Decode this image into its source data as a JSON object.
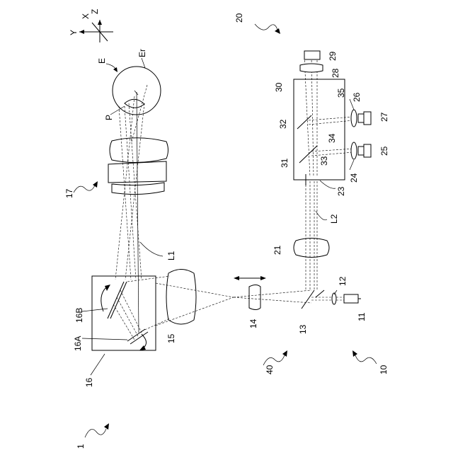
{
  "labels": {
    "l1": "1",
    "l10": "10",
    "l11": "11",
    "l12": "12",
    "l13": "13",
    "l14": "14",
    "l15": "15",
    "l16": "16",
    "l16A": "16A",
    "l16B": "16B",
    "l17": "17",
    "l20": "20",
    "l21": "21",
    "l23": "23",
    "l24": "24",
    "l25": "25",
    "l26": "26",
    "l27": "27",
    "l28": "28",
    "l29": "29",
    "l30": "30",
    "l31": "31",
    "l32": "32",
    "l33": "33",
    "l34": "34",
    "l35": "35",
    "l40": "40",
    "lL1": "L1",
    "lL2": "L2",
    "lE": "E",
    "lEr": "Er",
    "lP": "P"
  },
  "axes": {
    "x": "X",
    "y": "Y",
    "z": "Z"
  }
}
